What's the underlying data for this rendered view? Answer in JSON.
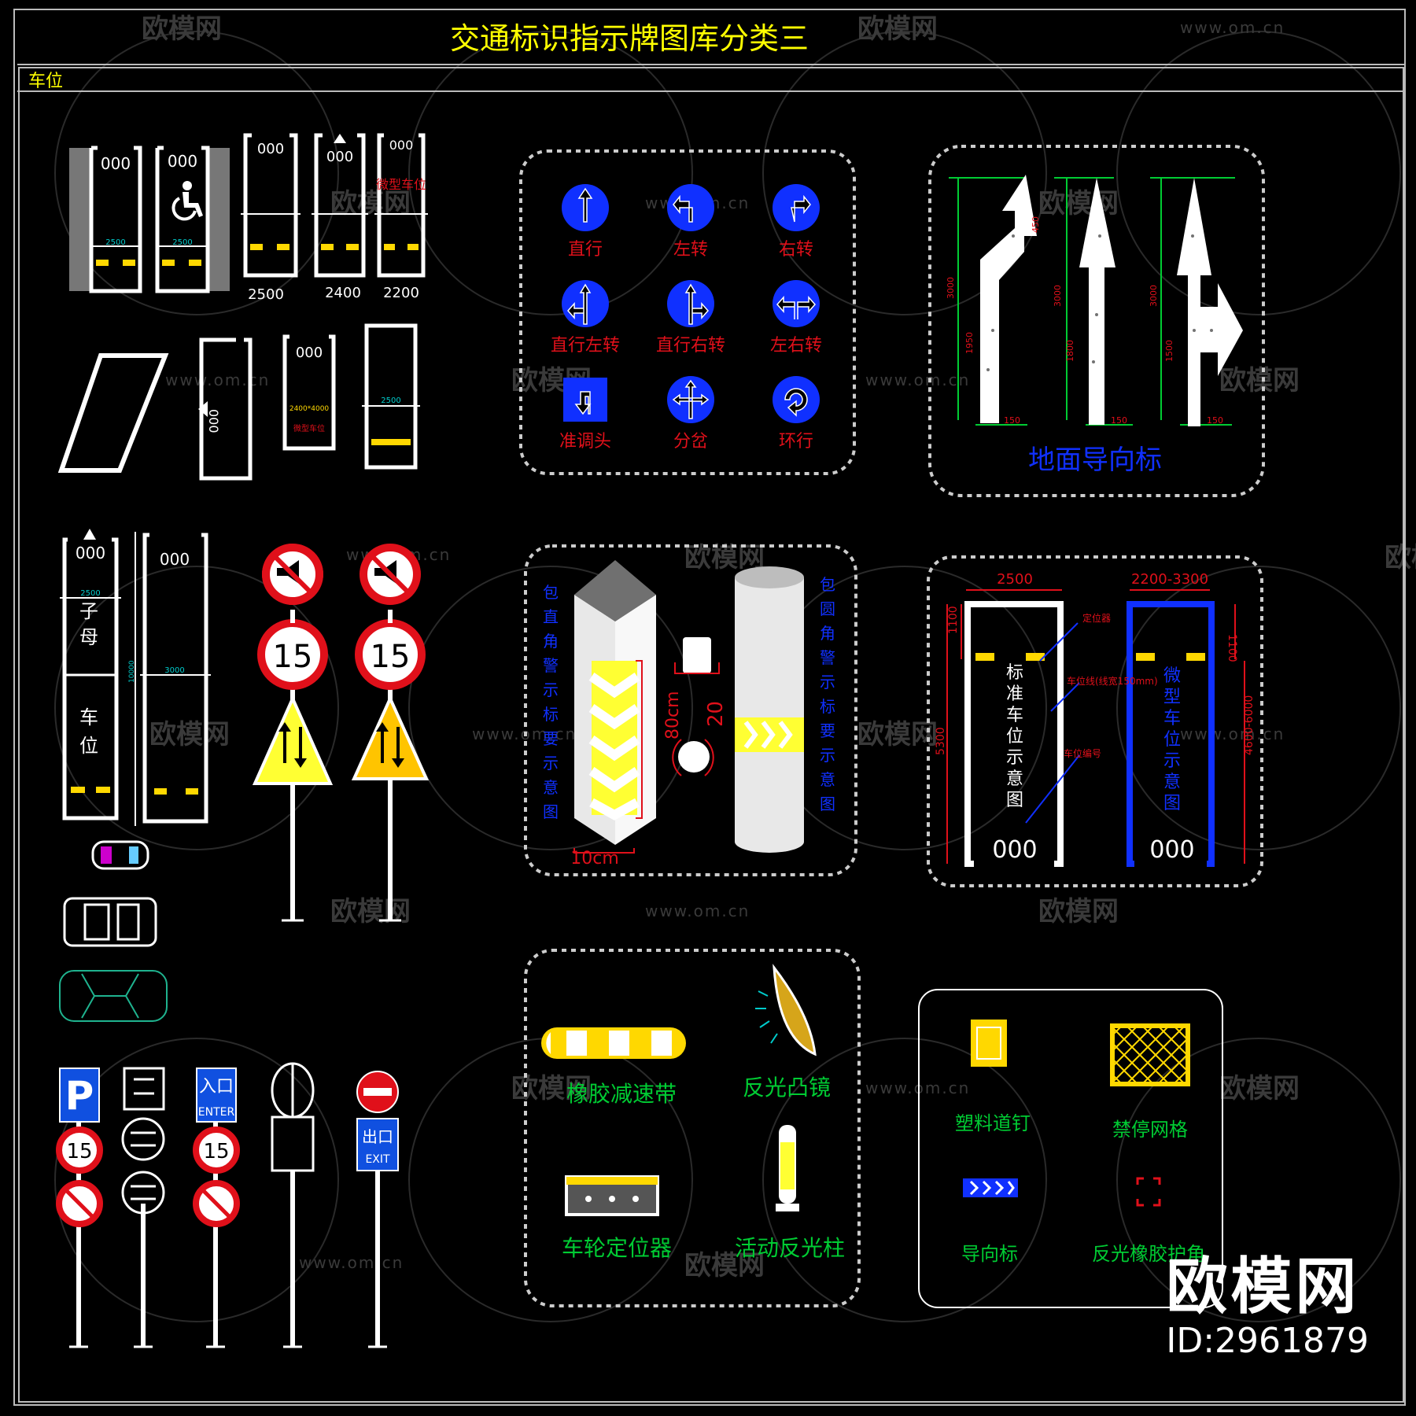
{
  "title": "交通标识指示牌图库分类三",
  "section_label": "车位",
  "watermark": {
    "name": "欧模网",
    "url": "www.om.cn"
  },
  "brand": {
    "name": "欧模网",
    "id": "ID:2961879"
  },
  "parking_spaces": {
    "number": "000",
    "width_label": "2500",
    "widths": [
      "2500",
      "2400",
      "2200"
    ],
    "micro_label": "微型车位",
    "micro_dim": "2400*4000",
    "micro_text": "微型车位",
    "mother_child": [
      "子",
      "母",
      "车",
      "位"
    ],
    "dim_3000": "3000",
    "dim_vertical": "10000"
  },
  "speed_limit": "15",
  "direction_signs": [
    {
      "label": "直行",
      "icon": "straight-arrow-icon"
    },
    {
      "label": "左转",
      "icon": "left-turn-arrow-icon"
    },
    {
      "label": "右转",
      "icon": "right-turn-arrow-icon"
    },
    {
      "label": "直行左转",
      "icon": "straight-left-arrow-icon"
    },
    {
      "label": "直行右转",
      "icon": "straight-right-arrow-icon"
    },
    {
      "label": "左右转",
      "icon": "left-right-arrow-icon"
    },
    {
      "label": "准调头",
      "icon": "u-turn-arrow-icon"
    },
    {
      "label": "分岔",
      "icon": "fork-arrow-icon"
    },
    {
      "label": "环行",
      "icon": "roundabout-arrow-icon"
    }
  ],
  "ground_arrows": {
    "title": "地面导向标",
    "dims": [
      "3000",
      "1950",
      "450",
      "3000",
      "1500",
      "1800",
      "3000",
      "1500",
      "150",
      "150",
      "150"
    ]
  },
  "corner_guard": {
    "left_text": "包直角警示标要示意图",
    "right_text": "包圆角警示标要示意图",
    "dim_80": "80cm",
    "dim_20": "20",
    "dim_10": "10cm"
  },
  "standard_space": {
    "w1": "2500",
    "w2": "2200-3300",
    "h1100a": "1100",
    "h1100b": "1100",
    "h_left": "5300",
    "h_right": "4600-6000",
    "callouts": [
      "定位器",
      "车位线(线宽150mm)",
      "车位编号"
    ],
    "text_left": "标准车位示意图",
    "text_right": "微型车位示意图",
    "number": "000"
  },
  "facilities_a": [
    "橡胶减速带",
    "反光凸镜",
    "车轮定位器",
    "活动反光柱"
  ],
  "facilities_b": [
    "塑料道钉",
    "禁停网格",
    "导向标",
    "反光橡胶护角"
  ],
  "exit_sign": {
    "cn": "出口",
    "en": "EXIT"
  },
  "enter_sign": {
    "cn": "入口",
    "en": "ENTER"
  },
  "parking_p": "P",
  "colors": {
    "title": "#ffff00",
    "blue": "#0000ff",
    "red": "#e0101a",
    "yellow": "#ffd800",
    "green": "#00cc33",
    "white": "#ffffff"
  }
}
